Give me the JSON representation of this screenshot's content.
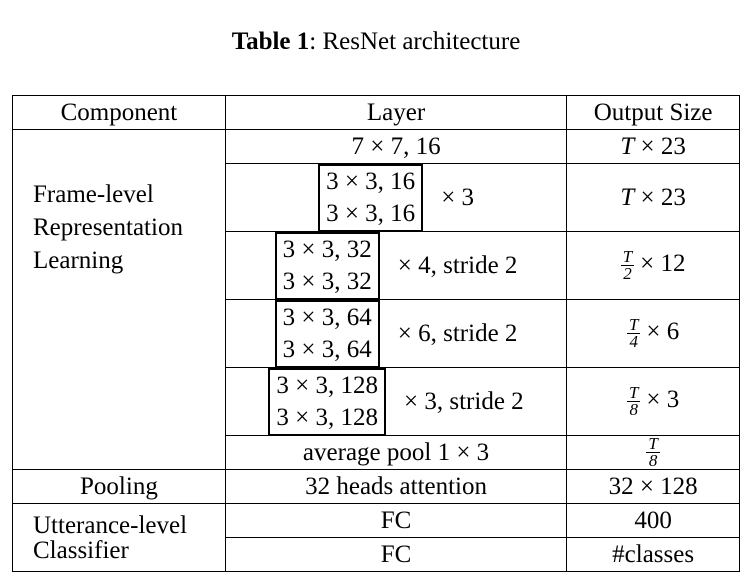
{
  "caption": {
    "label": "Table 1",
    "text": ": ResNet architecture"
  },
  "headers": [
    "Component",
    "Layer",
    "Output Size"
  ],
  "frame_component": [
    "Frame-level",
    "Representation",
    "Learning"
  ],
  "rows": [
    {
      "layer": "7 × 7, 16",
      "out_var": "T",
      "out_rest": " × 23"
    },
    {
      "block": [
        "3 × 3, 16",
        "3 × 3, 16"
      ],
      "suffix": "× 3",
      "out_var": "T",
      "out_rest": " × 23"
    },
    {
      "block": [
        "3 × 3, 32",
        "3 × 3, 32"
      ],
      "suffix": "× 4, stride 2",
      "out_num": "T",
      "out_den": "2",
      "out_rest": "× 12"
    },
    {
      "block": [
        "3 × 3, 64",
        "3 × 3, 64"
      ],
      "suffix": "× 6, stride 2",
      "out_num": "T",
      "out_den": "4",
      "out_rest": "× 6"
    },
    {
      "block": [
        "3 × 3, 128",
        "3 × 3, 128"
      ],
      "suffix": "× 3, stride 2",
      "out_num": "T",
      "out_den": "8",
      "out_rest": "× 3"
    },
    {
      "layer": "average pool 1 × 3",
      "out_num": "T",
      "out_den": "8"
    }
  ],
  "pooling": {
    "component": "Pooling",
    "layer": "32 heads attention",
    "output": "32 × 128"
  },
  "classifier_component": [
    "Utterance-level",
    "Classifier"
  ],
  "classifier_rows": [
    {
      "layer": "FC",
      "output": "400"
    },
    {
      "layer": "FC",
      "output": "#classes"
    }
  ]
}
